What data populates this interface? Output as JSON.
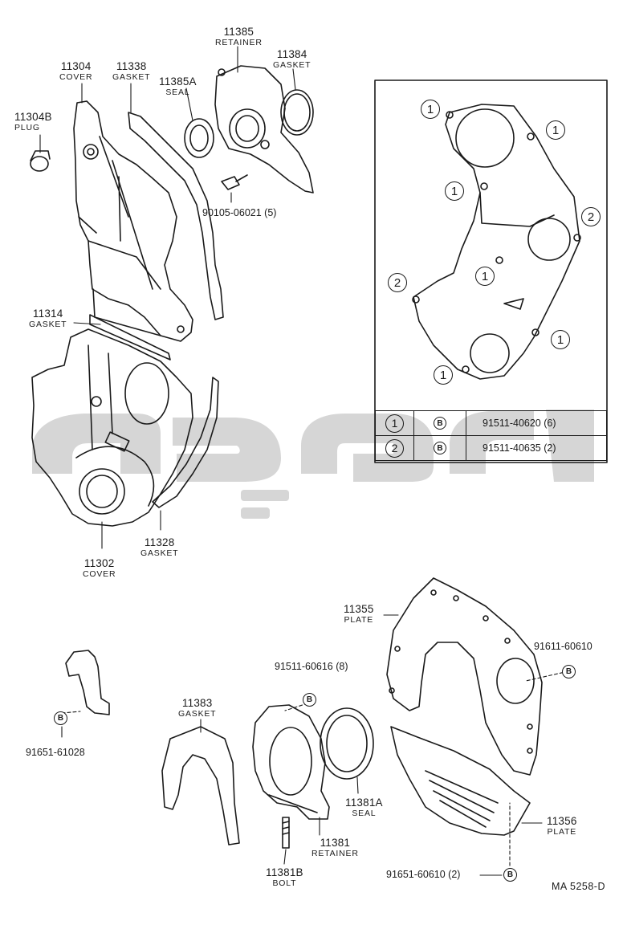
{
  "parts": [
    {
      "id": "p11304",
      "number": "11304",
      "name": "COVER"
    },
    {
      "id": "p11338",
      "number": "11338",
      "name": "GASKET"
    },
    {
      "id": "p11385",
      "number": "11385",
      "name": "RETAINER"
    },
    {
      "id": "p11384",
      "number": "11384",
      "name": "GASKET"
    },
    {
      "id": "p11385A",
      "number": "11385A",
      "name": "SEAL"
    },
    {
      "id": "p11304B",
      "number": "11304B",
      "name": "PLUG"
    },
    {
      "id": "p11314",
      "number": "11314",
      "name": "GASKET"
    },
    {
      "id": "p11328",
      "number": "11328",
      "name": "GASKET"
    },
    {
      "id": "p11302",
      "number": "11302",
      "name": "COVER"
    },
    {
      "id": "p11355",
      "number": "11355",
      "name": "PLATE"
    },
    {
      "id": "p11383",
      "number": "11383",
      "name": "GASKET"
    },
    {
      "id": "p11381A",
      "number": "11381A",
      "name": "SEAL"
    },
    {
      "id": "p11381",
      "number": "11381",
      "name": "RETAINER"
    },
    {
      "id": "p11381B",
      "number": "11381B",
      "name": "BOLT"
    },
    {
      "id": "p11356",
      "number": "11356",
      "name": "PLATE"
    }
  ],
  "fasteners": {
    "f1": "90105-06021 (5)",
    "f2": "91511-60616 (8)",
    "f3": "91611-60610",
    "f4": "91651-61028",
    "f5": "91651-60610 (2)"
  },
  "bolt_marker": "B",
  "inset": {
    "markers": [
      "1",
      "2"
    ],
    "rows": [
      {
        "marker": "1",
        "type": "B",
        "part": "91511-40620 (6)"
      },
      {
        "marker": "2",
        "type": "B",
        "part": "91511-40635 (2)"
      }
    ]
  },
  "catalog_code": "MA  5258-D",
  "colors": {
    "line": "#1a1a1a",
    "watermark": "#d4d4d4"
  }
}
